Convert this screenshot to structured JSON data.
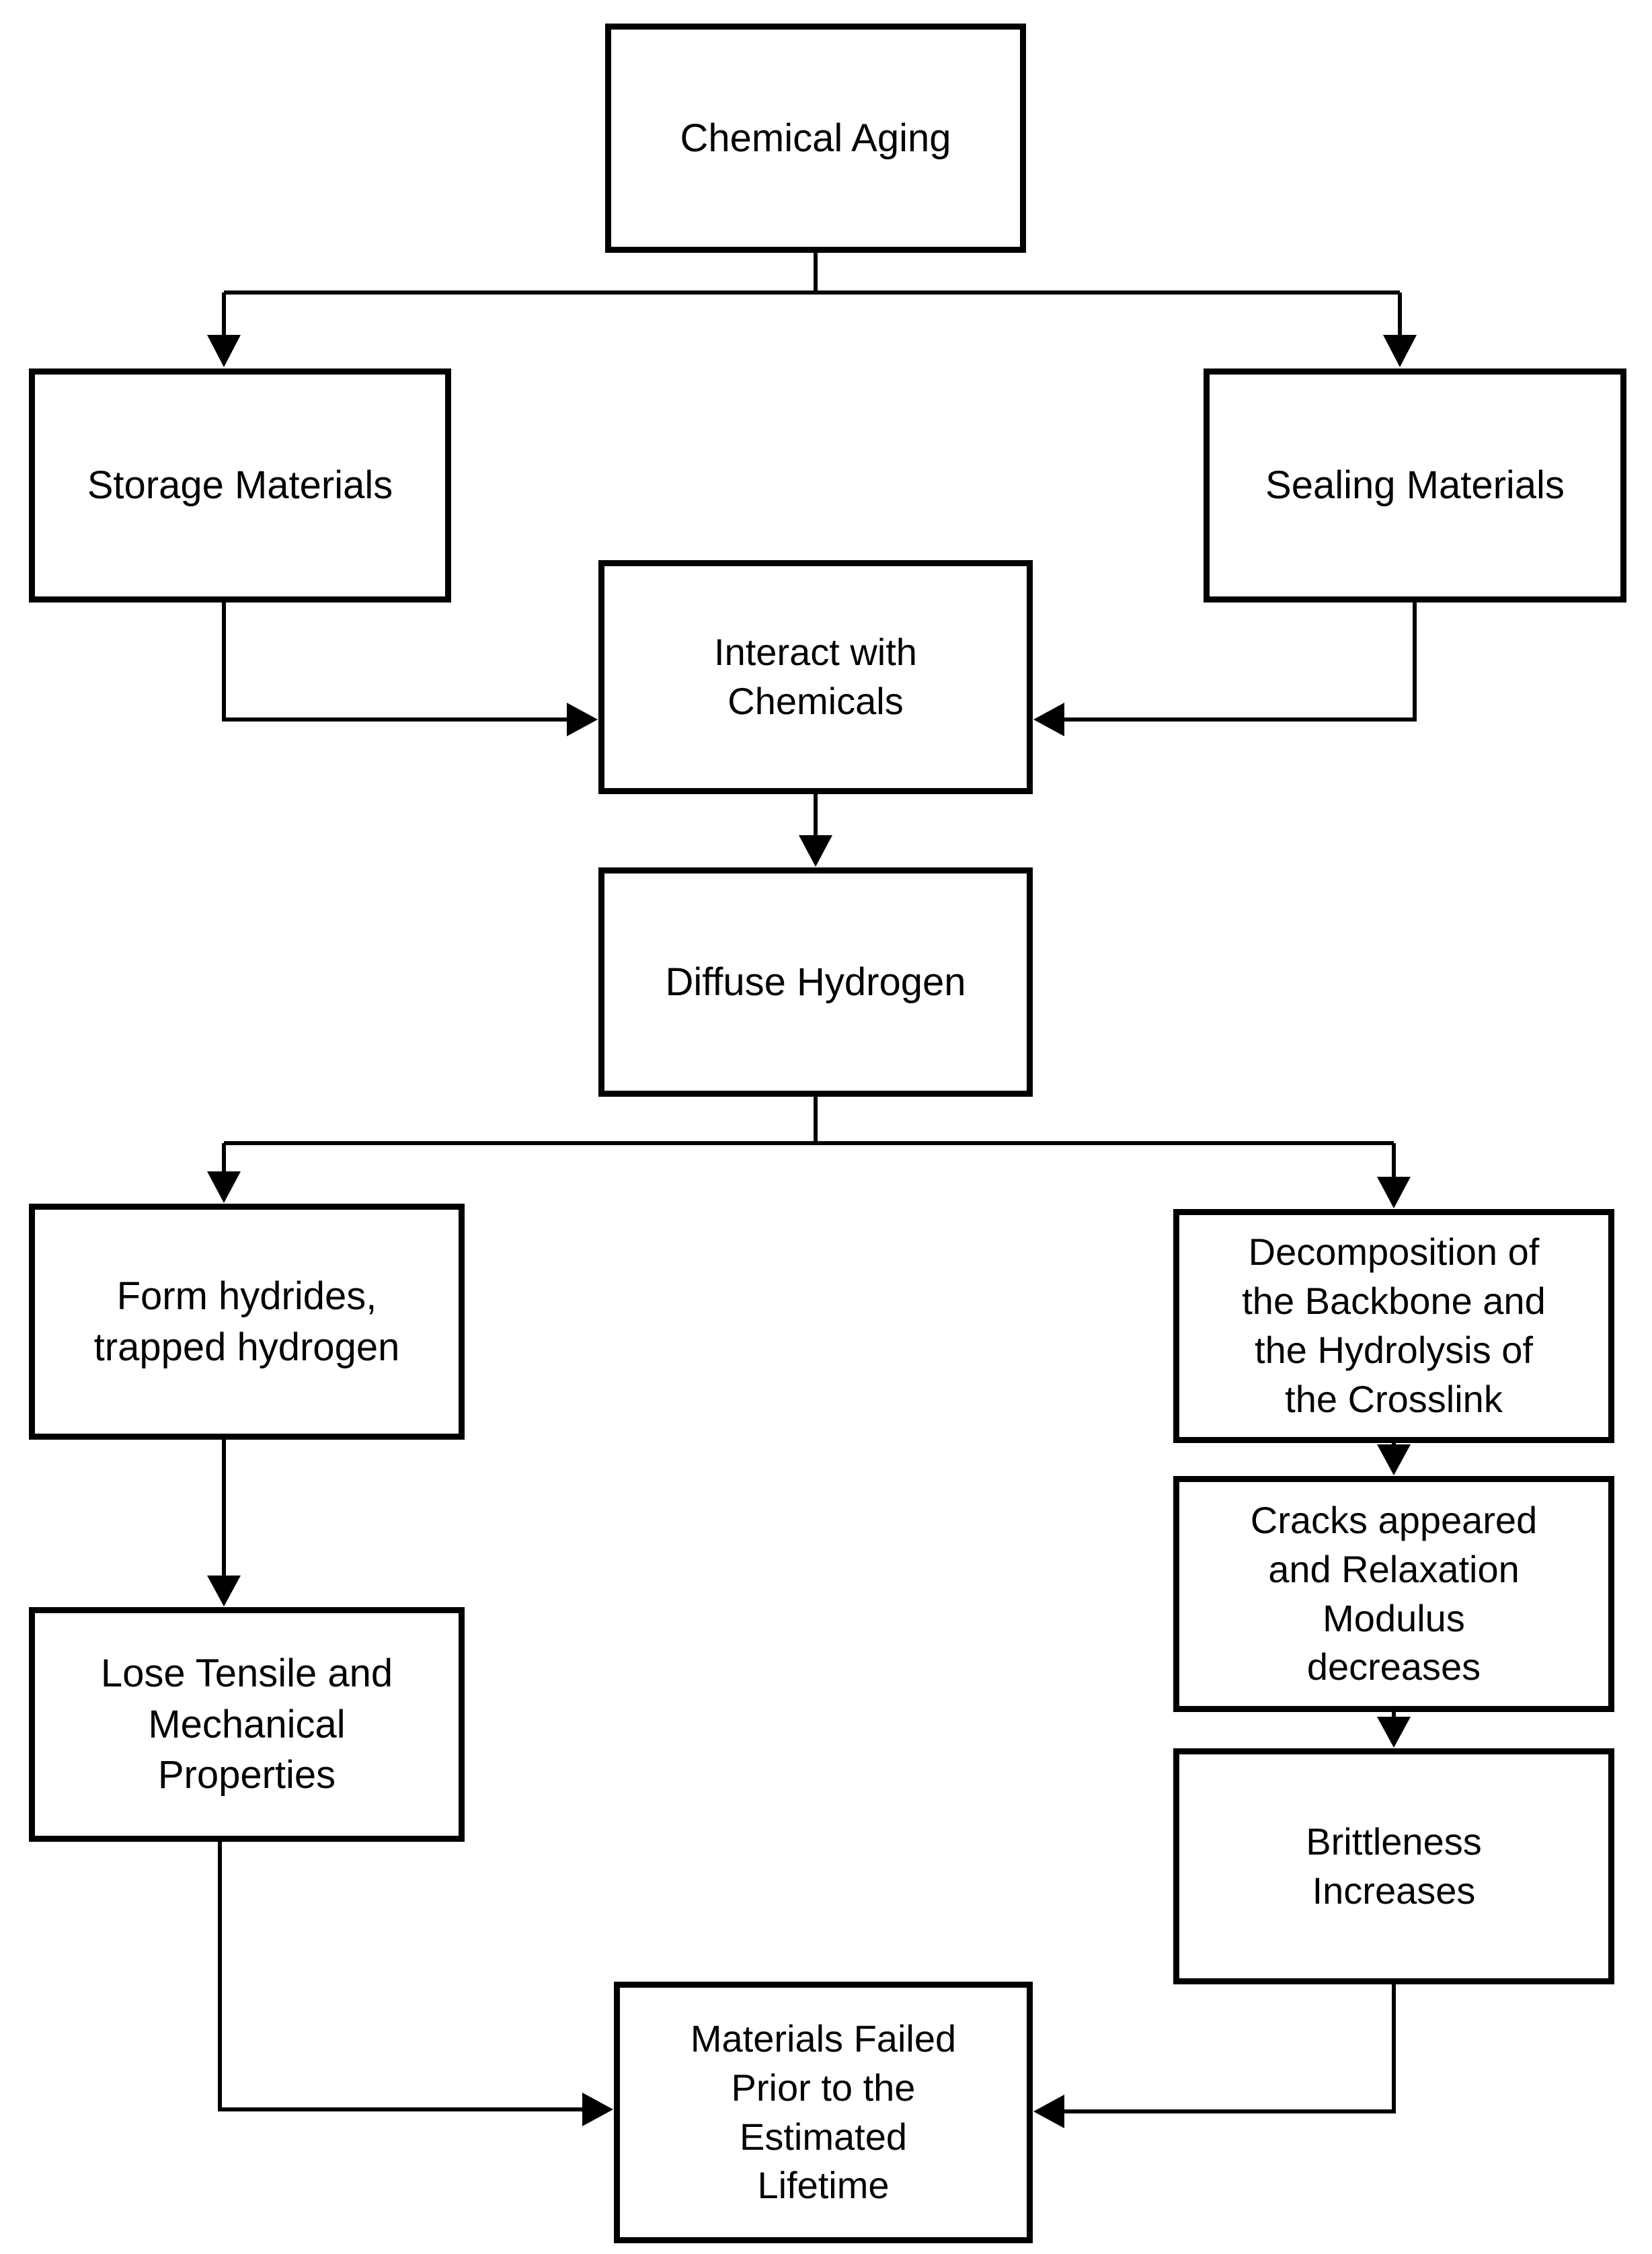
{
  "diagram": {
    "title": "Chemical Aging degradation pathway flowchart",
    "background_color": "#ffffff",
    "line_color": "#000000",
    "nodes": {
      "chemical_aging": "Chemical Aging",
      "storage_materials": "Storage Materials",
      "sealing_materials": "Sealing Materials",
      "interact_with_chemicals": "Interact with\nChemicals",
      "diffuse_hydrogen": "Diffuse Hydrogen",
      "form_hydrides": "Form hydrides,\ntrapped hydrogen",
      "decomposition": "Decomposition of\nthe Backbone and\nthe Hydrolysis of\nthe Crosslink",
      "lose_tensile": "Lose Tensile and\nMechanical\nProperties",
      "cracks_appeared": "Cracks appeared\nand Relaxation\nModulus\ndecreases",
      "brittleness_increases": "Brittleness\nIncreases",
      "materials_failed": "Materials Failed\nPrior to the\nEstimated\nLifetime"
    },
    "edges": [
      {
        "from": "chemical_aging",
        "to": "storage_materials",
        "style": "elbow-down-left-arrow"
      },
      {
        "from": "chemical_aging",
        "to": "sealing_materials",
        "style": "elbow-down-right-arrow"
      },
      {
        "from": "storage_materials",
        "to": "interact_with_chemicals",
        "style": "elbow-down-right-arrow"
      },
      {
        "from": "sealing_materials",
        "to": "interact_with_chemicals",
        "style": "elbow-down-left-arrow"
      },
      {
        "from": "interact_with_chemicals",
        "to": "diffuse_hydrogen",
        "style": "straight-down-arrow"
      },
      {
        "from": "diffuse_hydrogen",
        "to": "form_hydrides",
        "style": "elbow-down-left-arrow"
      },
      {
        "from": "diffuse_hydrogen",
        "to": "decomposition",
        "style": "elbow-down-right-arrow"
      },
      {
        "from": "form_hydrides",
        "to": "lose_tensile",
        "style": "straight-down-arrow"
      },
      {
        "from": "decomposition",
        "to": "cracks_appeared",
        "style": "straight-down-arrow"
      },
      {
        "from": "cracks_appeared",
        "to": "brittleness_increases",
        "style": "straight-down-arrow"
      },
      {
        "from": "lose_tensile",
        "to": "materials_failed",
        "style": "elbow-down-right-arrow"
      },
      {
        "from": "brittleness_increases",
        "to": "materials_failed",
        "style": "elbow-down-left-arrow"
      }
    ]
  }
}
